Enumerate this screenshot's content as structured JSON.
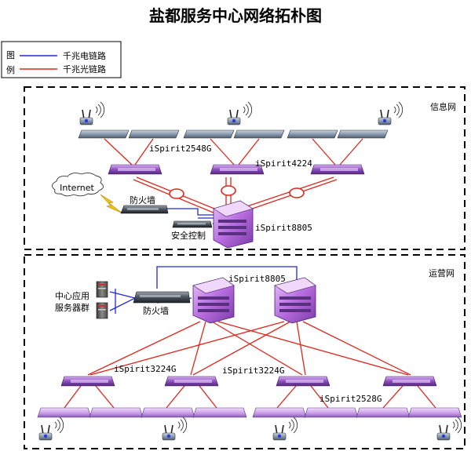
{
  "title": "盐都服务中心网络拓朴图",
  "legend": {
    "heading_chars": [
      "图",
      "例"
    ],
    "items": [
      {
        "label": "千兆电链路",
        "color": "#1f2ad6"
      },
      {
        "label": "千兆光链路",
        "color": "#e0261c"
      }
    ]
  },
  "zones": {
    "info": "信息网",
    "ops": "运营网"
  },
  "labels": {
    "internet": "Internet",
    "firewall_top": "防火墙",
    "security_control": "安全控制",
    "core_top": "iSpirit8805",
    "agg_left": "iSpirit2548G",
    "agg_right": "iSpirit4224",
    "core_bottom": "iSpirit8805",
    "firewall_bottom": "防火墙",
    "server_group_line1": "中心应用",
    "server_group_line2": "服务器群",
    "dist_1": "iSpirit3224G",
    "dist_2": "iSpirit3224G",
    "dist_3": "iSpirit2528G"
  },
  "colors": {
    "electric": "#1f2ad6",
    "optical": "#e0261c",
    "switch_gray": "#8a9bb0",
    "switch_purple": "#8e4fc0",
    "core_purple": "#b86de0"
  }
}
